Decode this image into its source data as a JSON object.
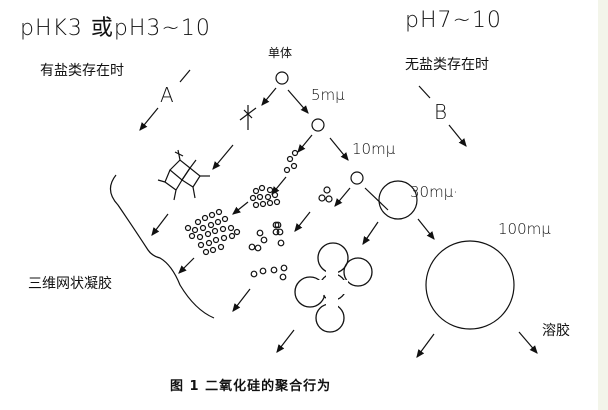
{
  "left_condition": {
    "ph": "pHK3 或pH3~10",
    "salt": "有盐类存在时",
    "path_label": "A"
  },
  "right_condition": {
    "ph": "pH7~10",
    "salt": "无盐类存在时",
    "path_label": "B"
  },
  "monomer_label": "单体",
  "sizes": [
    "5mμ",
    "10mμ",
    "30mμ·",
    "100mμ"
  ],
  "gel_label": "三维网状凝胶",
  "sol_label": "溶胶",
  "caption": "图 1   二氧化硅的聚合行为"
}
